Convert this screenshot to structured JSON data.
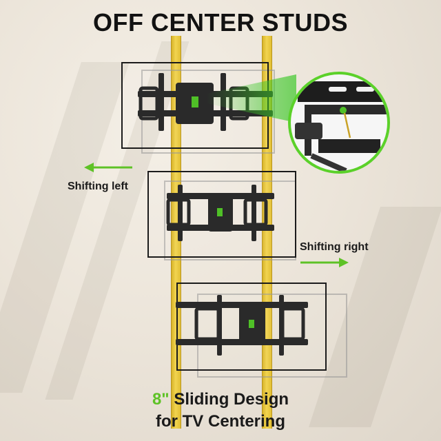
{
  "title": "OFF CENTER STUDS",
  "labels": {
    "left": "Shifting left",
    "right": "Shifting right"
  },
  "footer": {
    "accent": "8\"",
    "line1_rest": " Sliding Design",
    "line2": "for TV Centering"
  },
  "colors": {
    "accent": "#5ec226",
    "stud": "#e8c63b",
    "text": "#121212"
  },
  "icons": [
    "arrow-left-icon",
    "arrow-right-icon",
    "tv-mount-icon",
    "zoom-detail-icon"
  ]
}
